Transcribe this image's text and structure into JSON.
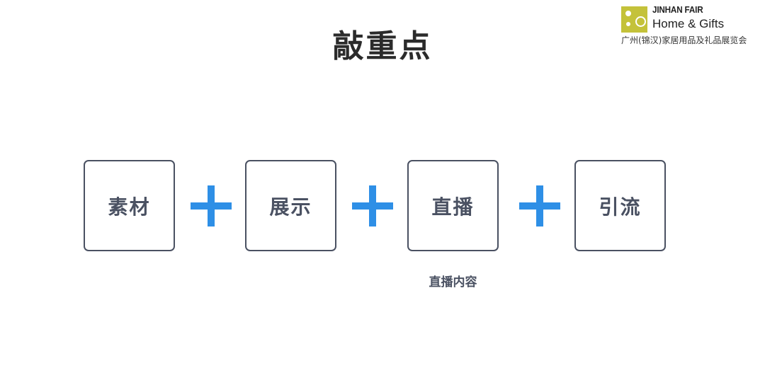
{
  "logo": {
    "brand": "JINHAN FAIR",
    "subtitle": "Home & Gifts",
    "chinese_name": "广州(锦汉)家居用品及礼品展览会",
    "colors": {
      "mark": "#c4c23a"
    }
  },
  "title": "敲重点",
  "steps": [
    {
      "label": "素材"
    },
    {
      "label": "展示"
    },
    {
      "label": "直播",
      "caption": "直播内容"
    },
    {
      "label": "引流"
    }
  ],
  "colors": {
    "box_border": "#4a5162",
    "plus": "#2e8fe6",
    "title": "#2b2b2b"
  }
}
